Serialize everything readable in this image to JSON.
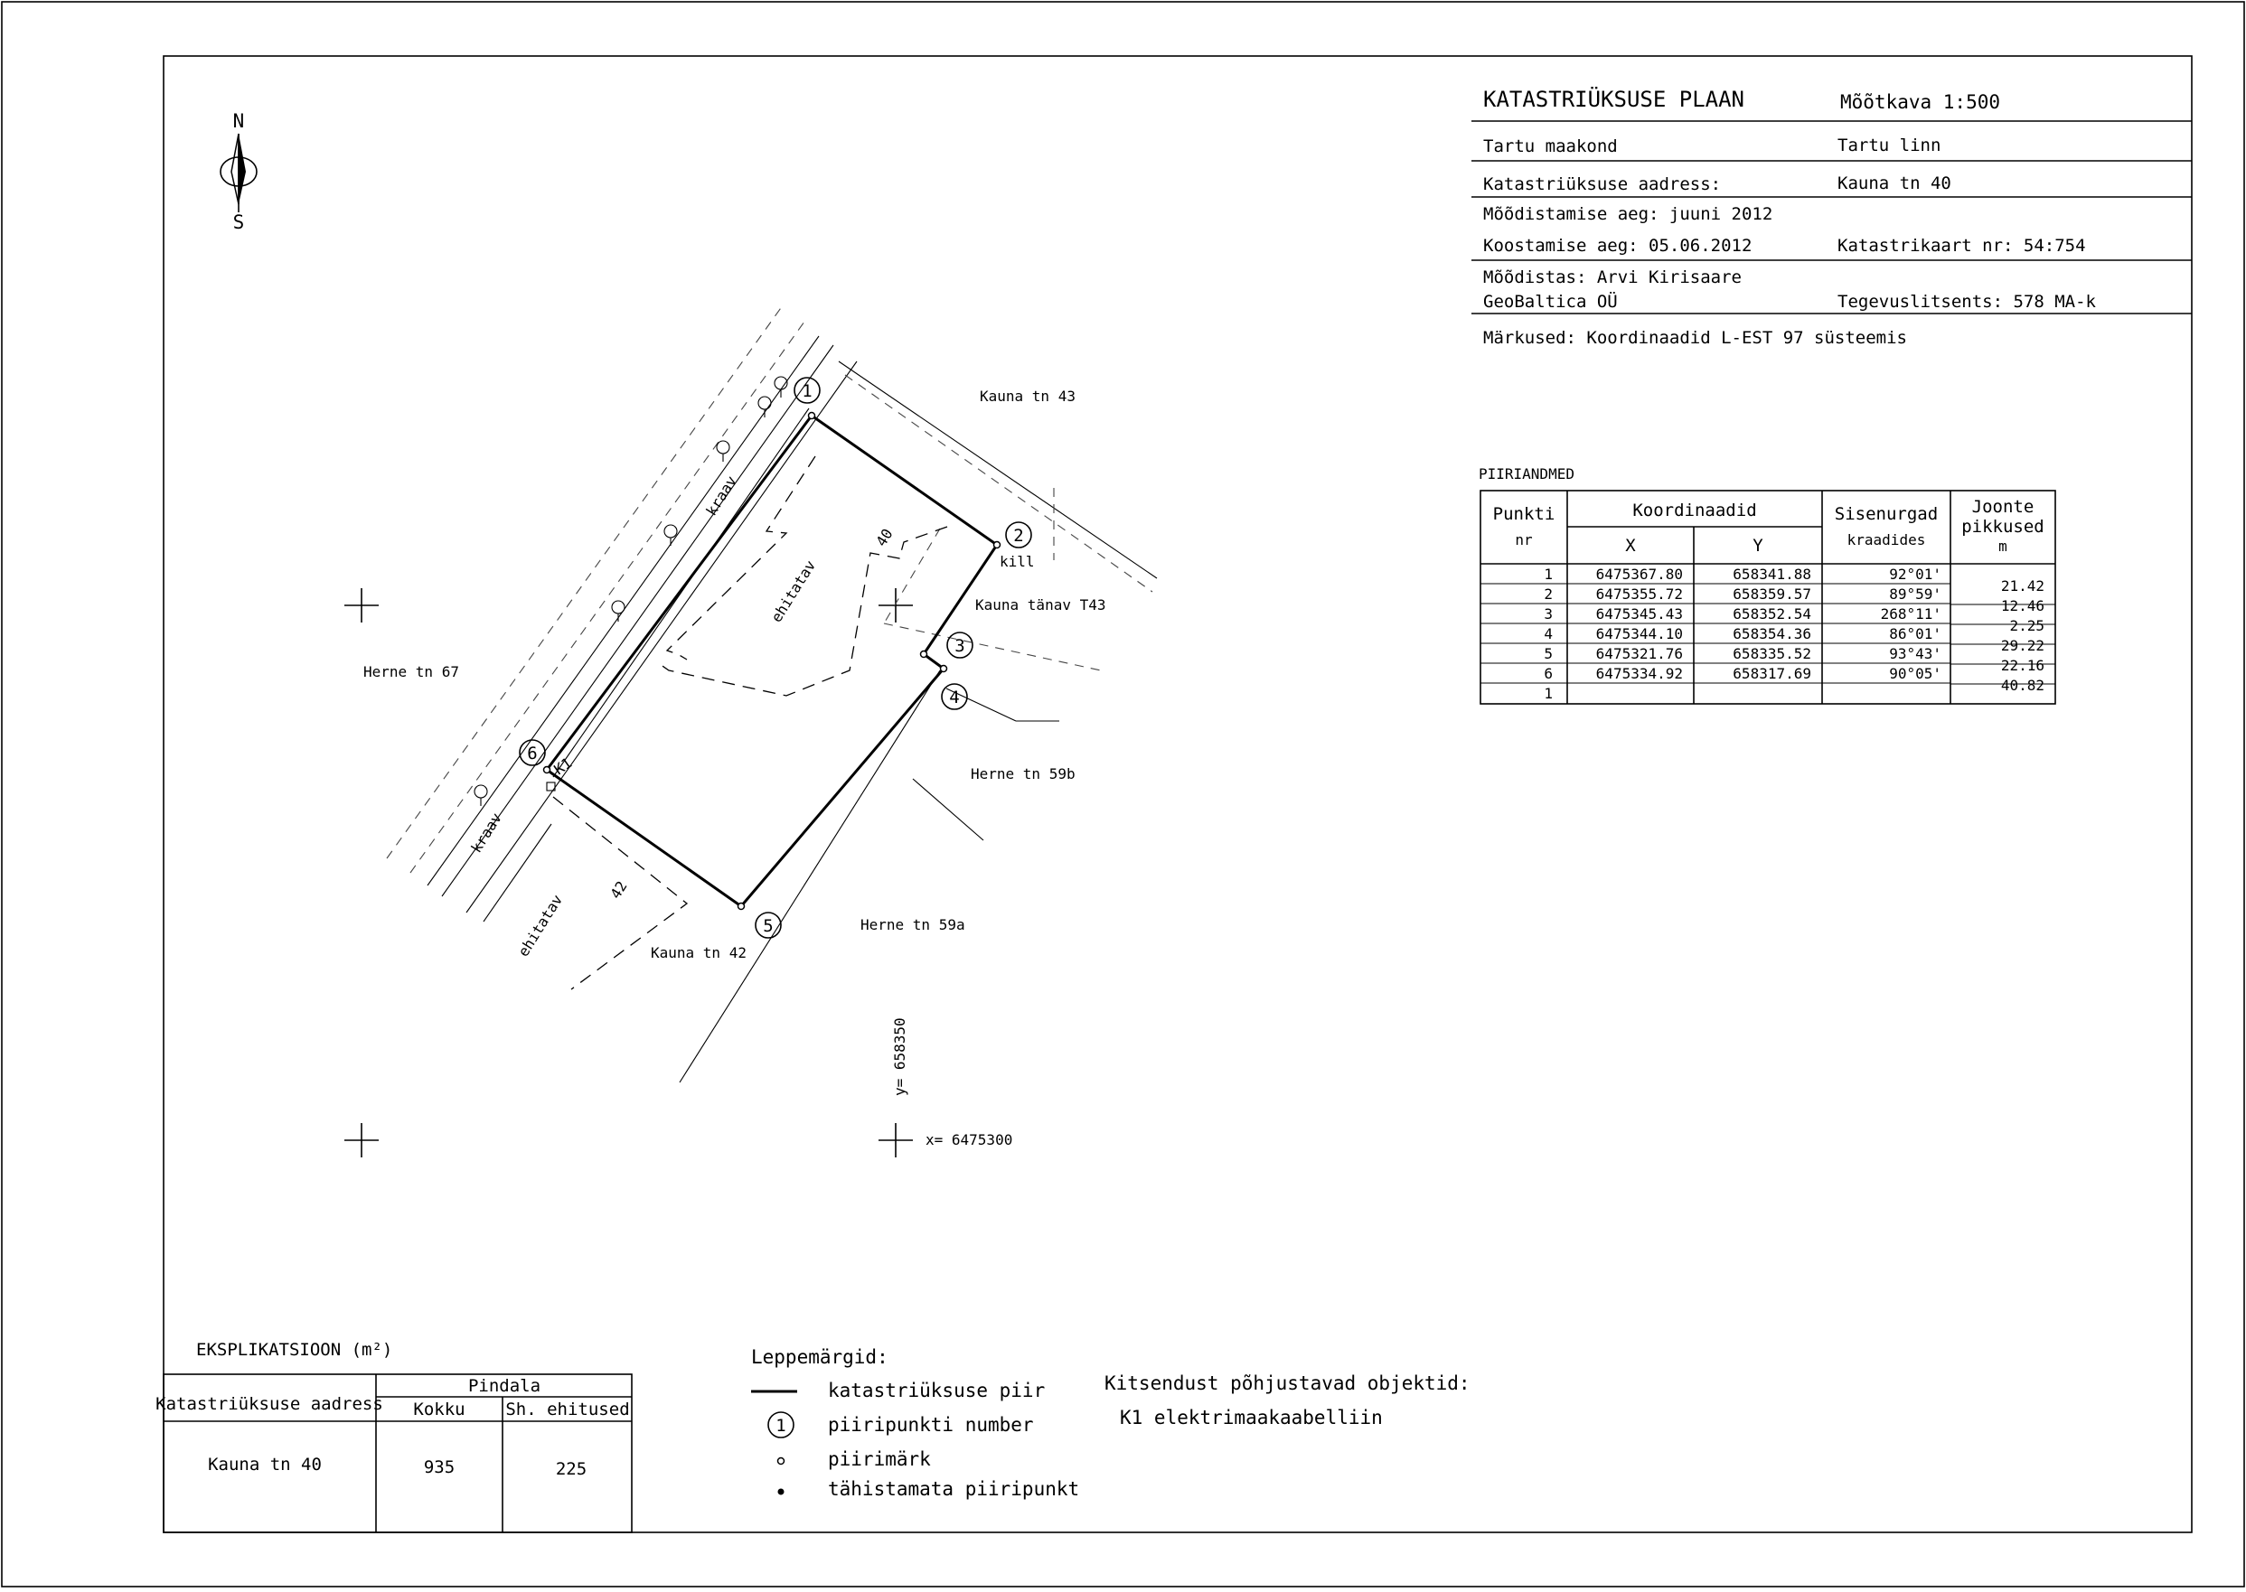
{
  "title_block": {
    "title": "KATASTRIÜKSUSE PLAAN",
    "scale": "Mõõtkava 1:500",
    "county": "Tartu maakond",
    "city": "Tartu linn",
    "address_label": "Katastriüksuse aadress:",
    "address": "Kauna tn 40",
    "survey_time": "Mõõdistamise aeg:  juuni 2012",
    "compile_time": "Koostamise aeg:   05.06.2012",
    "map_no": "Katastrikaart nr:  54:754",
    "surveyor": "Mõõdistas: Arvi Kirisaare",
    "company": "GeoBaltica OÜ",
    "license": "Tegevuslitsents: 578 MA-k",
    "remarks": "Märkused: Koordinaadid L-EST 97 süsteemis"
  },
  "boundary_table": {
    "caption": "PIIRIANDMED",
    "h_point": "Punkti",
    "h_point2": "nr",
    "h_coords": "Koordinaadid",
    "h_x": "X",
    "h_y": "Y",
    "h_angle": "Sisenurgad",
    "h_angle2": "kraadides",
    "h_len": "Joonte",
    "h_len2": "pikkused",
    "h_len3": "m",
    "rows": [
      {
        "nr": "1",
        "x": "6475367.80",
        "y": "658341.88",
        "angle": "92°01'"
      },
      {
        "nr": "2",
        "x": "6475355.72",
        "y": "658359.57",
        "angle": "89°59'"
      },
      {
        "nr": "3",
        "x": "6475345.43",
        "y": "658352.54",
        "angle": "268°11'"
      },
      {
        "nr": "4",
        "x": "6475344.10",
        "y": "658354.36",
        "angle": "86°01'"
      },
      {
        "nr": "5",
        "x": "6475321.76",
        "y": "658335.52",
        "angle": "93°43'"
      },
      {
        "nr": "6",
        "x": "6475334.92",
        "y": "658317.69",
        "angle": "90°05'"
      },
      {
        "nr": "1",
        "x": "",
        "y": "",
        "angle": ""
      }
    ],
    "lengths": [
      "21.42",
      "12.46",
      "2.25",
      "29.22",
      "22.16",
      "40.82"
    ]
  },
  "map": {
    "north": "N",
    "south": "S",
    "points": [
      "1",
      "2",
      "3",
      "4",
      "5",
      "6"
    ],
    "k1": "K1",
    "labels": {
      "kauna43": "Kauna tn 43",
      "kill": "kill",
      "kauna_t43": "Kauna tänav T43",
      "herne67": "Herne tn 67",
      "herne59b": "Herne tn 59b",
      "herne59a": "Herne tn 59a",
      "kauna42": "Kauna tn 42",
      "kraav_top": "kraav",
      "kraav_bottom": "kraav",
      "ehitatav_main": "ehitatav",
      "ehitatav_low": "ehitatav",
      "house40": "40",
      "house42": "42",
      "coord_y": "y= 658350",
      "coord_x": "x= 6475300"
    }
  },
  "explication": {
    "caption": "EKSPLIKATSIOON (m²)",
    "h_address": "Katastriüksuse aadress",
    "h_area": "Pindala",
    "h_total": "Kokku",
    "h_built": "Sh. ehitused",
    "address": "Kauna tn 40",
    "total": "935",
    "built": "225"
  },
  "legend": {
    "title": "Leppemärgid:",
    "items": [
      "katastriüksuse piir",
      "piiripunkti number",
      "piirimärk",
      "tähistamata piiripunkt"
    ],
    "marker_number": "1"
  },
  "servitude": {
    "title": "Kitsendust põhjustavad objektid:",
    "item": "K1 elektrimaakaabelliin"
  }
}
